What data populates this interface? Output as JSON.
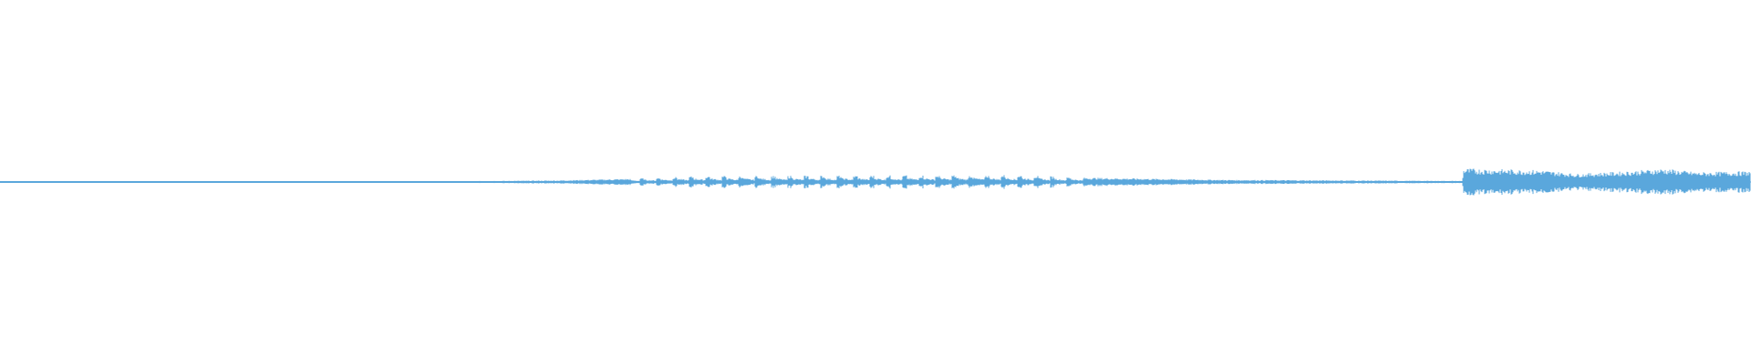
{
  "waveform": {
    "color": "#5aa7dc",
    "background": "#ffffff",
    "progress": 0,
    "envelope": [
      {
        "t": 0.0,
        "a": 0.01
      },
      {
        "t": 0.15,
        "a": 0.01
      },
      {
        "t": 0.26,
        "a": 0.015
      },
      {
        "t": 0.32,
        "a": 0.03
      },
      {
        "t": 0.36,
        "a": 0.06
      },
      {
        "t": 0.4,
        "a": 0.11
      },
      {
        "t": 0.5,
        "a": 0.12
      },
      {
        "t": 0.58,
        "a": 0.13
      },
      {
        "t": 0.62,
        "a": 0.08
      },
      {
        "t": 0.7,
        "a": 0.04
      },
      {
        "t": 0.835,
        "a": 0.02
      },
      {
        "t": 0.836,
        "a": 0.25
      },
      {
        "t": 0.88,
        "a": 0.22
      },
      {
        "t": 0.9,
        "a": 0.15
      },
      {
        "t": 0.93,
        "a": 0.2
      },
      {
        "t": 0.95,
        "a": 0.25
      },
      {
        "t": 0.97,
        "a": 0.18
      },
      {
        "t": 1.0,
        "a": 0.2
      }
    ],
    "pulse_region": [
      0.36,
      0.62
    ]
  }
}
